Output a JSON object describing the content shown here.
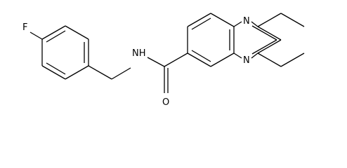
{
  "molecule": {
    "atoms": {
      "fluorine": "F",
      "amide_nitrogen": "NH",
      "carbonyl_oxygen": "O",
      "ring_nitrogen_top": "N",
      "ring_nitrogen_bottom": "N"
    },
    "colors": {
      "bond": "#000000",
      "label": "#000000",
      "background": "#ffffff"
    }
  }
}
